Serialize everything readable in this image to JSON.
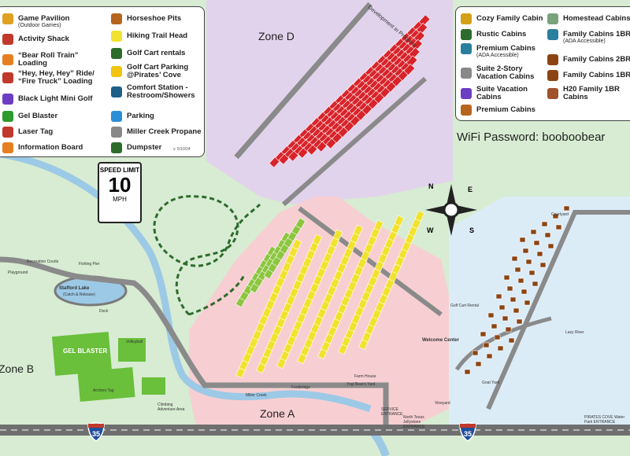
{
  "legend_left": {
    "items": [
      {
        "icon": "game-pavilion-icon",
        "label": "Game Pavilion",
        "sub": "(Outdoor Games)",
        "color": "#e0a020"
      },
      {
        "icon": "activity-shack-icon",
        "label": "Activity Shack",
        "sub": "",
        "color": "#c0392b"
      },
      {
        "icon": "bear-roll-train-icon",
        "label": "“Bear Roll Train” Loading",
        "sub": "",
        "color": "#e67e22"
      },
      {
        "icon": "ride-loading-icon",
        "label": "“Hey, Hey, Hey” Ride/ “Fire Truck” Loading",
        "sub": "",
        "color": "#c0392b"
      },
      {
        "icon": "mini-golf-icon",
        "label": "Black Light Mini Golf",
        "sub": "",
        "color": "#6c3ec1"
      },
      {
        "icon": "gel-blaster-icon",
        "label": "Gel Blaster",
        "sub": "",
        "color": "#2d9b2d"
      },
      {
        "icon": "laser-tag-icon",
        "label": "Laser Tag",
        "sub": "",
        "color": "#c0392b"
      },
      {
        "icon": "information-board-icon",
        "label": "Information Board",
        "sub": "",
        "color": "#e67e22"
      },
      {
        "icon": "horseshoe-pits-icon",
        "label": "Horseshoe Pits",
        "sub": "",
        "color": "#b5651d"
      },
      {
        "icon": "hiking-trail-head-icon",
        "label": "Hiking Trail Head",
        "sub": "",
        "color": "#f1e22e"
      },
      {
        "icon": "golf-cart-rentals-icon",
        "label": "Golf Cart rentals",
        "sub": "",
        "color": "#2d6b2d"
      },
      {
        "icon": "golf-cart-parking-icon",
        "label": "Golf Cart Parking @Pirates’ Cove",
        "sub": "",
        "color": "#f1c40f"
      },
      {
        "icon": "comfort-station-icon",
        "label": "Comfort Station - Restroom/Showers",
        "sub": "",
        "color": "#1e5f8a"
      },
      {
        "icon": "parking-icon",
        "label": "Parking",
        "sub": "",
        "color": "#2a8fd6"
      },
      {
        "icon": "propane-icon",
        "label": "Miller Creek Propane",
        "sub": "",
        "color": "#888888"
      },
      {
        "icon": "dumpster-icon",
        "label": "Dumpster",
        "sub": "",
        "color": "#2d6b2d"
      }
    ],
    "version": "v. 5/10/24"
  },
  "legend_right": {
    "items": [
      {
        "icon": "cozy-family-cabin-icon",
        "label": "Cozy Family Cabin",
        "sub": "",
        "color": "#d4a017"
      },
      {
        "icon": "rustic-cabins-icon",
        "label": "Rustic Cabins",
        "sub": "",
        "color": "#2d6b2d"
      },
      {
        "icon": "premium-cabins-ada-icon",
        "label": "Premium Cabins",
        "sub": "(ADA Accessible)",
        "color": "#2a7f9e"
      },
      {
        "icon": "suite-2-story-icon",
        "label": "Suite 2-Story Vacation Cabins",
        "sub": "",
        "color": "#888888"
      },
      {
        "icon": "suite-vacation-cabins-icon",
        "label": "Suite Vacation Cabins",
        "sub": "",
        "color": "#6c3ec1"
      },
      {
        "icon": "premium-cabins-icon",
        "label": "Premium Cabins",
        "sub": "",
        "color": "#b5651d"
      },
      {
        "icon": "homestead-cabins-icon",
        "label": "Homestead Cabins",
        "sub": "",
        "color": "#7aa37a"
      },
      {
        "icon": "family-cabins-1br-ada-icon",
        "label": "Family Cabins 1BR",
        "sub": "(ADA Accessible)",
        "color": "#2a7f9e"
      },
      {
        "icon": "family-cabins-2br-icon",
        "label": "Family Cabins 2BR",
        "sub": "",
        "color": "#8b4513"
      },
      {
        "icon": "family-cabins-1br-icon",
        "label": "Family Cabins 1BR",
        "sub": "",
        "color": "#8b4513"
      },
      {
        "icon": "h20-family-1br-icon",
        "label": "H20 Family 1BR Cabins",
        "sub": "",
        "color": "#a0522d"
      }
    ]
  },
  "wifi": "WiFi Password: booboobear",
  "zones": {
    "a": "Zone A",
    "b": "Zone B",
    "d": "Zone D"
  },
  "development": "Development in Progress",
  "speed_sign": {
    "top": "SPEED LIMIT",
    "number": "10",
    "unit": "MPH"
  },
  "highway": "35",
  "compass": {
    "n": "N",
    "e": "E",
    "s": "S",
    "w": "W"
  },
  "place_labels": {
    "stafford_lake": "Stafford Lake",
    "stafford_lake_sub": "(Catch & Release)",
    "gel_blaster": "GEL BLASTER",
    "archers_tag": "Archers Tag",
    "welcome_center": "Welcome Center",
    "miller_creek": "Miller Creek",
    "footbridge": "Footbridge",
    "yogi_bears_yard": "Yogi Bear's Yard",
    "farm_house": "Farm House",
    "north_texas_jellystone": "North Texas Jellystone ENTRANCE",
    "pirates_cove": "PIRATES COVE Water Park ENTRANCE",
    "service_entrance": "SERVICE ENTRANCE",
    "climbing_adventure": "Climbing Adventure Area",
    "lazy_river": "Lazy River",
    "fishing_pier": "Fishing Pier",
    "volleyball": "Volleyball",
    "playground": "Playground",
    "recreation_courts": "Recreation Courts",
    "dock": "Dock",
    "golf_cart_rental": "Golf Cart Rental",
    "courtyard": "Courtyard",
    "vineyard": "Vineyard",
    "goat_yard": "Goat Yard"
  },
  "colors": {
    "zone_a": "#f7cfd2",
    "zone_b": "#d7ecd2",
    "zone_d": "#e2d3ec",
    "zone_c": "#dcecf7",
    "river": "#9cc9e6",
    "road": "#8a8a8a",
    "rv_red": "#d8232a",
    "rv_yellow": "#f1e22e",
    "rv_green": "#8cc63f",
    "trail": "#2d6b2d"
  }
}
